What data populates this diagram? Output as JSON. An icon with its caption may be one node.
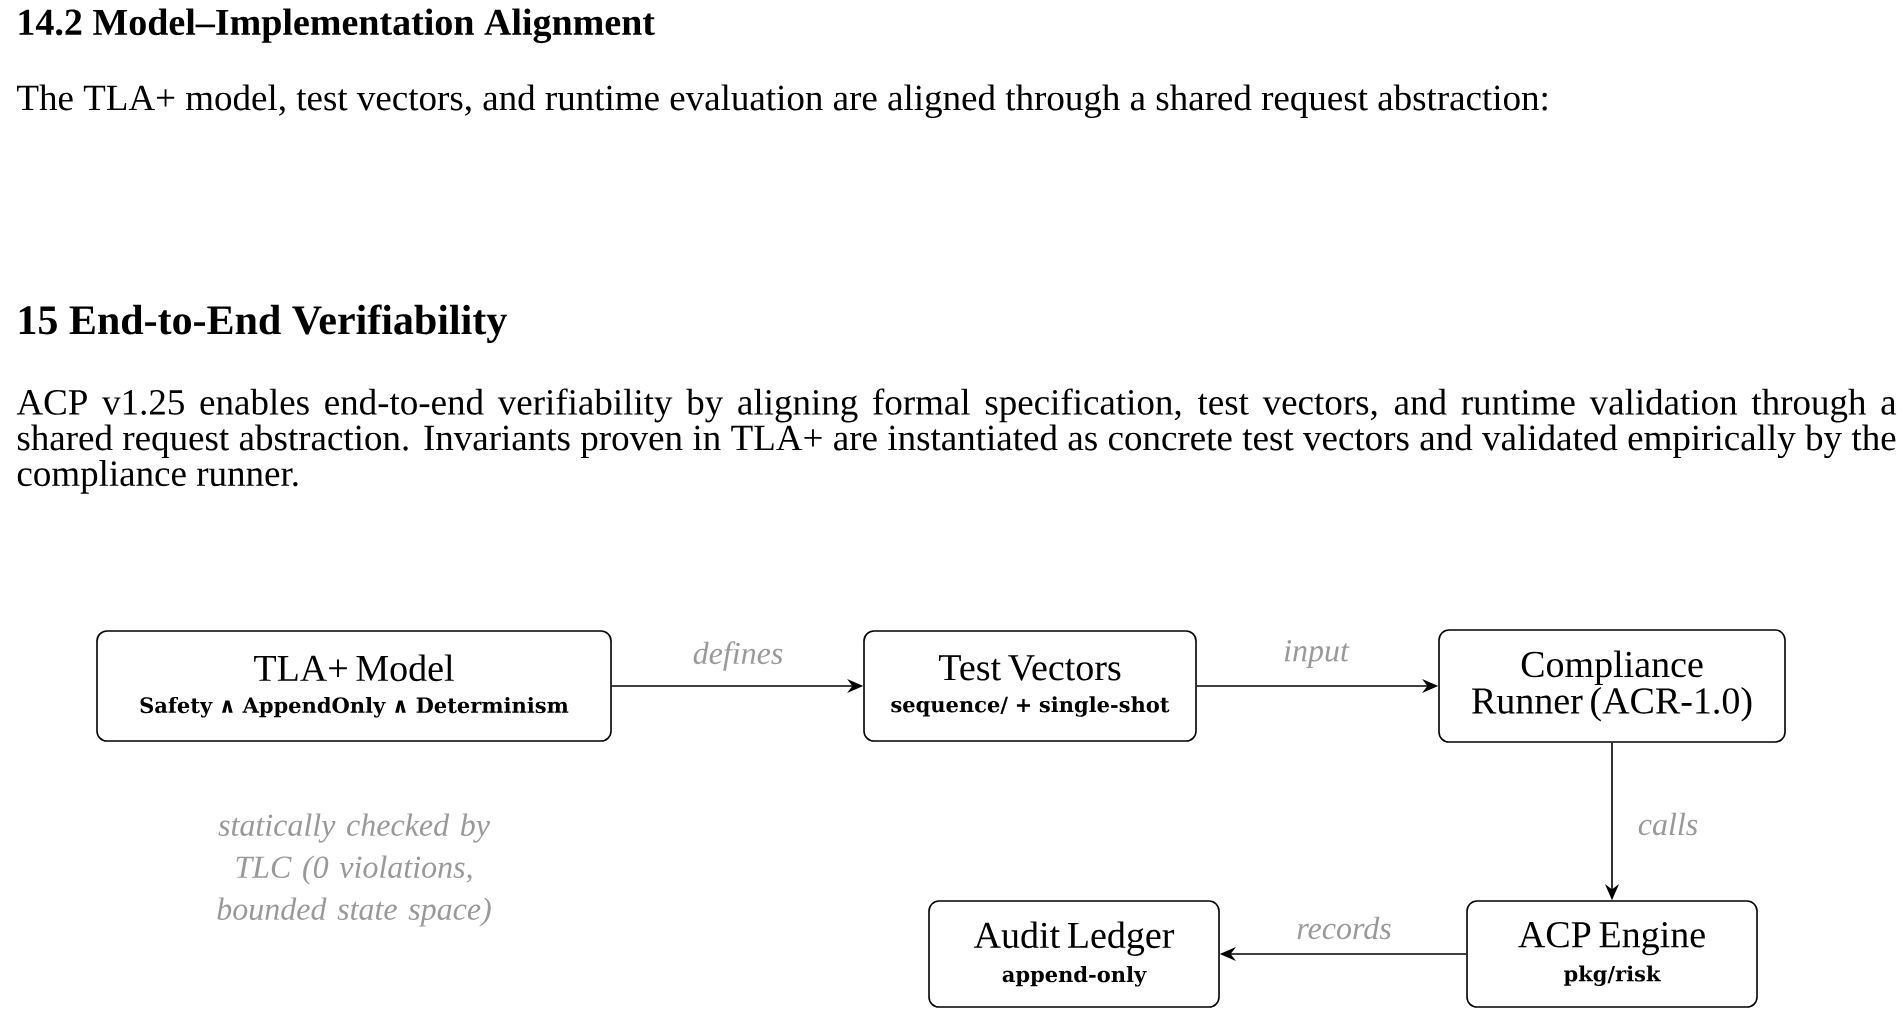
{
  "diagram": {
    "nodes": [
      {
        "text": [
          "TLA+ Model",
          "Safety ∧ AppendOnly ∧ Determinism"
        ],
        "beside": [
          "statically checked by TLC (0 violations, bounded state space)"
        ]
      },
      {
        "text": [
          "Test Vectors",
          "sequence/ + single-shot"
        ]
      },
      {
        "text": [
          "Compliance Runner (ACR-1.0)"
        ]
      },
      {
        "text": [
          "Audit Ledger",
          "append-only"
        ]
      },
      {
        "text": [
          "ACP Engine",
          "pkg/risk"
        ]
      }
    ],
    "edges": [
      {
        "from": 0,
        "to": 1,
        "arrow": "to",
        "label": "defines"
      },
      {
        "from": 1,
        "to": 2,
        "arrow": "to",
        "label": "input"
      },
      {
        "from": 2,
        "to": 4,
        "arrow": "to",
        "label": "calls"
      },
      {
        "from": 4,
        "to": 3,
        "arrow": "to",
        "label": "records"
      }
    ],
    "labels": [
      "14.2 Model–Implementation Alignment",
      "The TLA+ model, test vectors, and runtime evaluation are aligned through a shared request abstraction:",
      "15 End-to-End Verifiability",
      "ACP v1.25 enables end-to-end verifiability by aligning formal specification, test vectors, and runtime validation through a shared request abstraction. Invariants proven in TLA+ are instantiated as concrete test vectors and validated empirically by the compliance runner."
    ]
  }
}
